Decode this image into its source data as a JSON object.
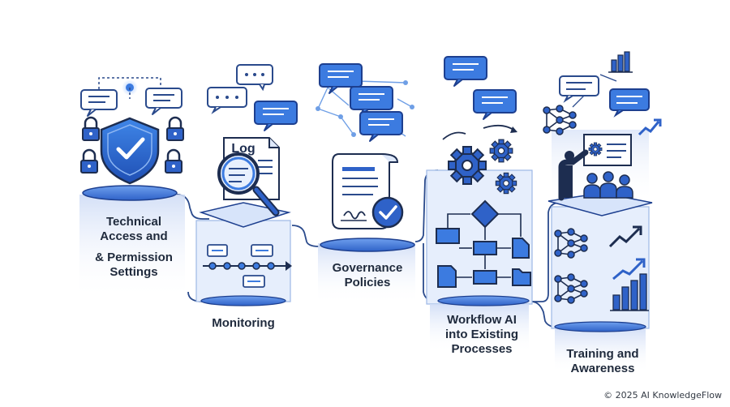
{
  "stages": [
    {
      "id": "technical-access",
      "lines": [
        "Technical",
        "Access and",
        "",
        "& Permission",
        "Settings"
      ]
    },
    {
      "id": "monitoring",
      "lines": [
        "Monitoring"
      ]
    },
    {
      "id": "governance",
      "lines": [
        "Governance",
        "Policies"
      ]
    },
    {
      "id": "workflow",
      "lines": [
        "Workflow AI",
        "into Existing",
        "Processes"
      ]
    },
    {
      "id": "training",
      "lines": [
        "Training and",
        "Awareness"
      ]
    }
  ],
  "log_document": {
    "title": "Log"
  },
  "copyright": "© 2025 AI KnowledgeFlow",
  "colors": {
    "primary": "#2f6fd8",
    "dark": "#1d3f8f",
    "light": "#dfe9fb",
    "bubble": "#3c7be0",
    "outline": "#2a4a8c"
  },
  "icons": [
    "shield-check-icon",
    "padlock-icon",
    "chat-bubble-icon",
    "magnifier-icon",
    "log-document-icon",
    "policy-document-icon",
    "checkmark-badge-icon",
    "gear-icon",
    "flowchart-icon",
    "neural-network-icon",
    "trend-arrow-icon",
    "bar-chart-icon",
    "presenter-icon",
    "audience-icon"
  ]
}
